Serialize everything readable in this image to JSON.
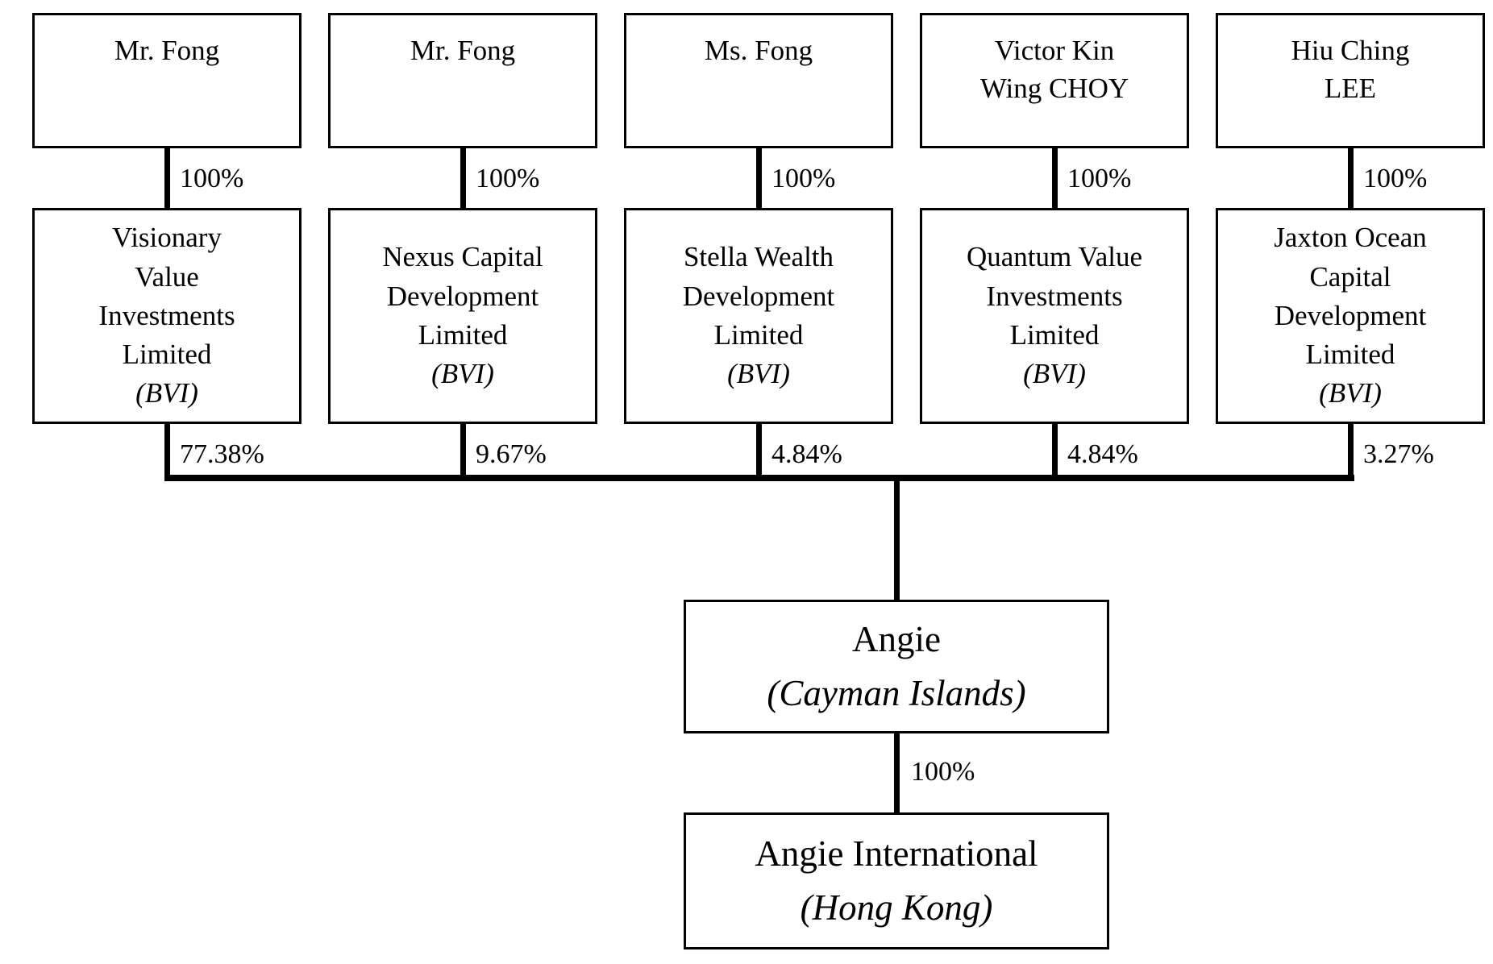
{
  "structure": {
    "owners": [
      {
        "name_lines": [
          "Mr. Fong"
        ],
        "ownership": "100%"
      },
      {
        "name_lines": [
          "Mr. Fong"
        ],
        "ownership": "100%"
      },
      {
        "name_lines": [
          "Ms. Fong"
        ],
        "ownership": "100%"
      },
      {
        "name_lines": [
          "Victor Kin",
          "Wing CHOY"
        ],
        "ownership": "100%"
      },
      {
        "name_lines": [
          "Hiu Ching",
          "LEE"
        ],
        "ownership": "100%"
      }
    ],
    "holding_companies": [
      {
        "name_lines": [
          "Visionary",
          "Value",
          "Investments",
          "Limited"
        ],
        "jurisdiction": "(BVI)",
        "stake": "77.38%"
      },
      {
        "name_lines": [
          "Nexus Capital",
          "Development",
          "Limited"
        ],
        "jurisdiction": "(BVI)",
        "stake": "9.67%"
      },
      {
        "name_lines": [
          "Stella Wealth",
          "Development",
          "Limited"
        ],
        "jurisdiction": "(BVI)",
        "stake": "4.84%"
      },
      {
        "name_lines": [
          "Quantum Value",
          "Investments",
          "Limited"
        ],
        "jurisdiction": "(BVI)",
        "stake": "4.84%"
      },
      {
        "name_lines": [
          "Jaxton Ocean",
          "Capital",
          "Development",
          "Limited"
        ],
        "jurisdiction": "(BVI)",
        "stake": "3.27%"
      }
    ],
    "company": {
      "name": "Angie",
      "jurisdiction": "(Cayman Islands)"
    },
    "company_ownership": "100%",
    "subsidiary": {
      "name": "Angie International",
      "jurisdiction": "(Hong Kong)"
    }
  },
  "colors": {
    "line": "#000000",
    "text": "#000000",
    "background": "#ffffff"
  }
}
